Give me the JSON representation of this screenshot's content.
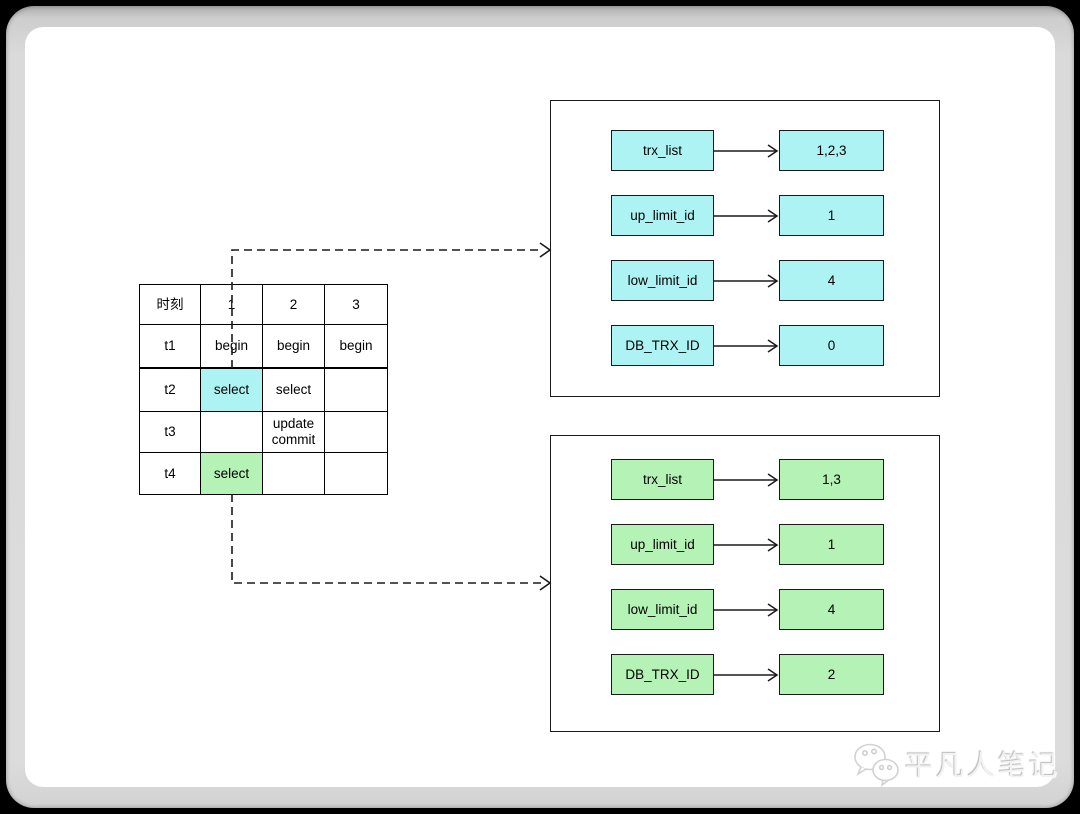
{
  "colors": {
    "highlight_cyan": "#aef3f3",
    "highlight_green": "#b5f2b5",
    "line": "#1a1a1a",
    "frame_background": "#000000",
    "page_background": "#ffffff"
  },
  "table": {
    "headers": [
      "时刻",
      "1",
      "2",
      "3"
    ],
    "rows": [
      {
        "time": "t1",
        "c1": "begin",
        "c2": "begin",
        "c3": "begin"
      },
      {
        "time": "t2",
        "c1": "select",
        "c2": "select",
        "c3": ""
      },
      {
        "time": "t3",
        "c1": "",
        "c2": "update\ncommit",
        "c3": ""
      },
      {
        "time": "t4",
        "c1": "select",
        "c2": "",
        "c3": ""
      }
    ]
  },
  "readviews": [
    {
      "rows": [
        {
          "label": "trx_list",
          "value": "1,2,3"
        },
        {
          "label": "up_limit_id",
          "value": "1"
        },
        {
          "label": "low_limit_id",
          "value": "4"
        },
        {
          "label": "DB_TRX_ID",
          "value": "0"
        }
      ]
    },
    {
      "rows": [
        {
          "label": "trx_list",
          "value": "1,3"
        },
        {
          "label": "up_limit_id",
          "value": "1"
        },
        {
          "label": "low_limit_id",
          "value": "4"
        },
        {
          "label": "DB_TRX_ID",
          "value": "2"
        }
      ]
    }
  ],
  "watermark": {
    "text": "平凡人笔记",
    "icon": "wechat-icon"
  }
}
